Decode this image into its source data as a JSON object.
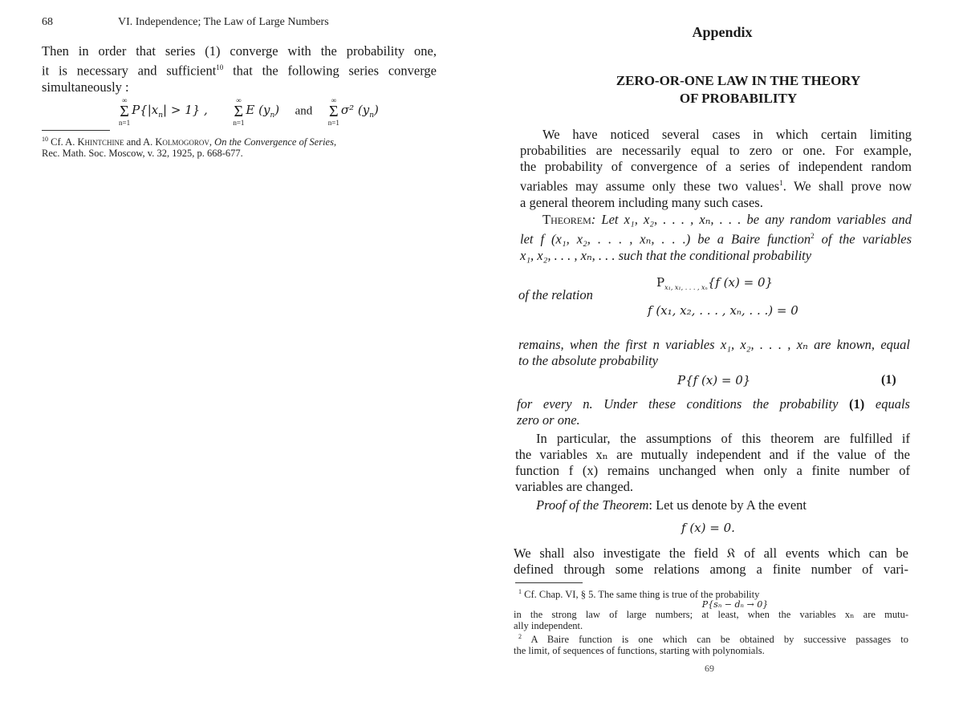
{
  "left_page": {
    "page_number": "68",
    "running_head": "VI. Independence; The Law of Large Numbers",
    "para_lines": [
      "Then in order that series (1) converge with the probability one,",
      "it is necessary and sufficient",
      " that the following series converge",
      "simultaneously :"
    ],
    "footnote_ref": "10",
    "formula": {
      "sum_upper": "∞",
      "sum_lower": "n=1",
      "term1": "P{|x",
      "term1_sub": "n",
      "term1_end": "| > 1} ,",
      "term2": "E (y",
      "term2_sub": "n",
      "term2_end": ")",
      "and_word": "and",
      "term3": "σ² (y",
      "term3_sub": "n",
      "term3_end": ")"
    },
    "footnote": {
      "marker": "10",
      "text_a": " Cf. A. ",
      "name1": "Khintchine",
      "text_b": " and A. ",
      "name2": "Kolmogorov",
      "text_c": ", ",
      "title": "On the Convergence of Series",
      "text_d": ",",
      "line2": "Rec. Math. Soc. Moscow, v. 32, 1925, p. 668-677."
    }
  },
  "right_page": {
    "heading": "Appendix",
    "title_line1": "ZERO-OR-ONE LAW IN THE THEORY",
    "title_line2": "OF PROBABILITY",
    "intro_lines": [
      "We have noticed several cases in which certain limiting",
      "probabilities are necessarily equal to zero or one. For example,",
      "the probability of convergence of a series of independent random",
      "variables may assume only these two values",
      ". We shall prove now",
      "a general theorem including many such cases."
    ],
    "intro_ref": "1",
    "theorem_label": "Theorem",
    "theorem_lines": [
      ": Let x₁, x₂, . . . , xₙ, . . . be any random variables and",
      "let f (x₁, x₂, . . . , xₙ, . . .) be a Baire function",
      " of the variables",
      "x₁, x₂, . . . , xₙ, . . . such that the conditional probability"
    ],
    "theorem_ref": "2",
    "cond_prob": "P",
    "cond_prob_sub": "x₁, x₁, . . . , xₙ",
    "cond_prob_rest": "{f (x) = 0}",
    "of_relation": "of the relation",
    "relation": "f (x₁, x₂, . . . , xₙ, . . .) = 0",
    "remains_lines": [
      "remains, when the first n variables x₁, x₂, . . . , xₙ are known, equal",
      "to the absolute probability"
    ],
    "abs_prob": "P{f (x) = 0}",
    "eq_number": "(1)",
    "every_lines": [
      "for every n. Under these conditions the probability ",
      "(1)",
      " equals",
      "zero or one."
    ],
    "particular_lines": [
      "In particular, the assumptions of this theorem are fulfilled if",
      "the variables xₙ are mutually independent and if the value of the",
      "function f (x) remains unchanged when only a finite number of",
      "variables are changed."
    ],
    "proof_label": "Proof of the Theorem",
    "proof_text": ": Let us denote by A the event",
    "event_eq": "f (x) = 0.",
    "field_lines": [
      "We shall also investigate the field 𝔎 of all events which can be",
      "defined through some relations among a finite number of vari-"
    ],
    "footnote1": {
      "marker": "1",
      "text": " Cf. Chap. VI, § 5. The same thing is true of the probability",
      "formula": "P{sₙ − dₙ → 0}",
      "line2": "in the strong law of large numbers; at least, when the variables xₙ are mutu-",
      "line3": "ally independent."
    },
    "footnote2": {
      "marker": "2",
      "text": " A Baire function is one which can be obtained by successive passages to",
      "line2": "the limit, of sequences of functions, starting with polynomials."
    },
    "page_number": "69"
  }
}
